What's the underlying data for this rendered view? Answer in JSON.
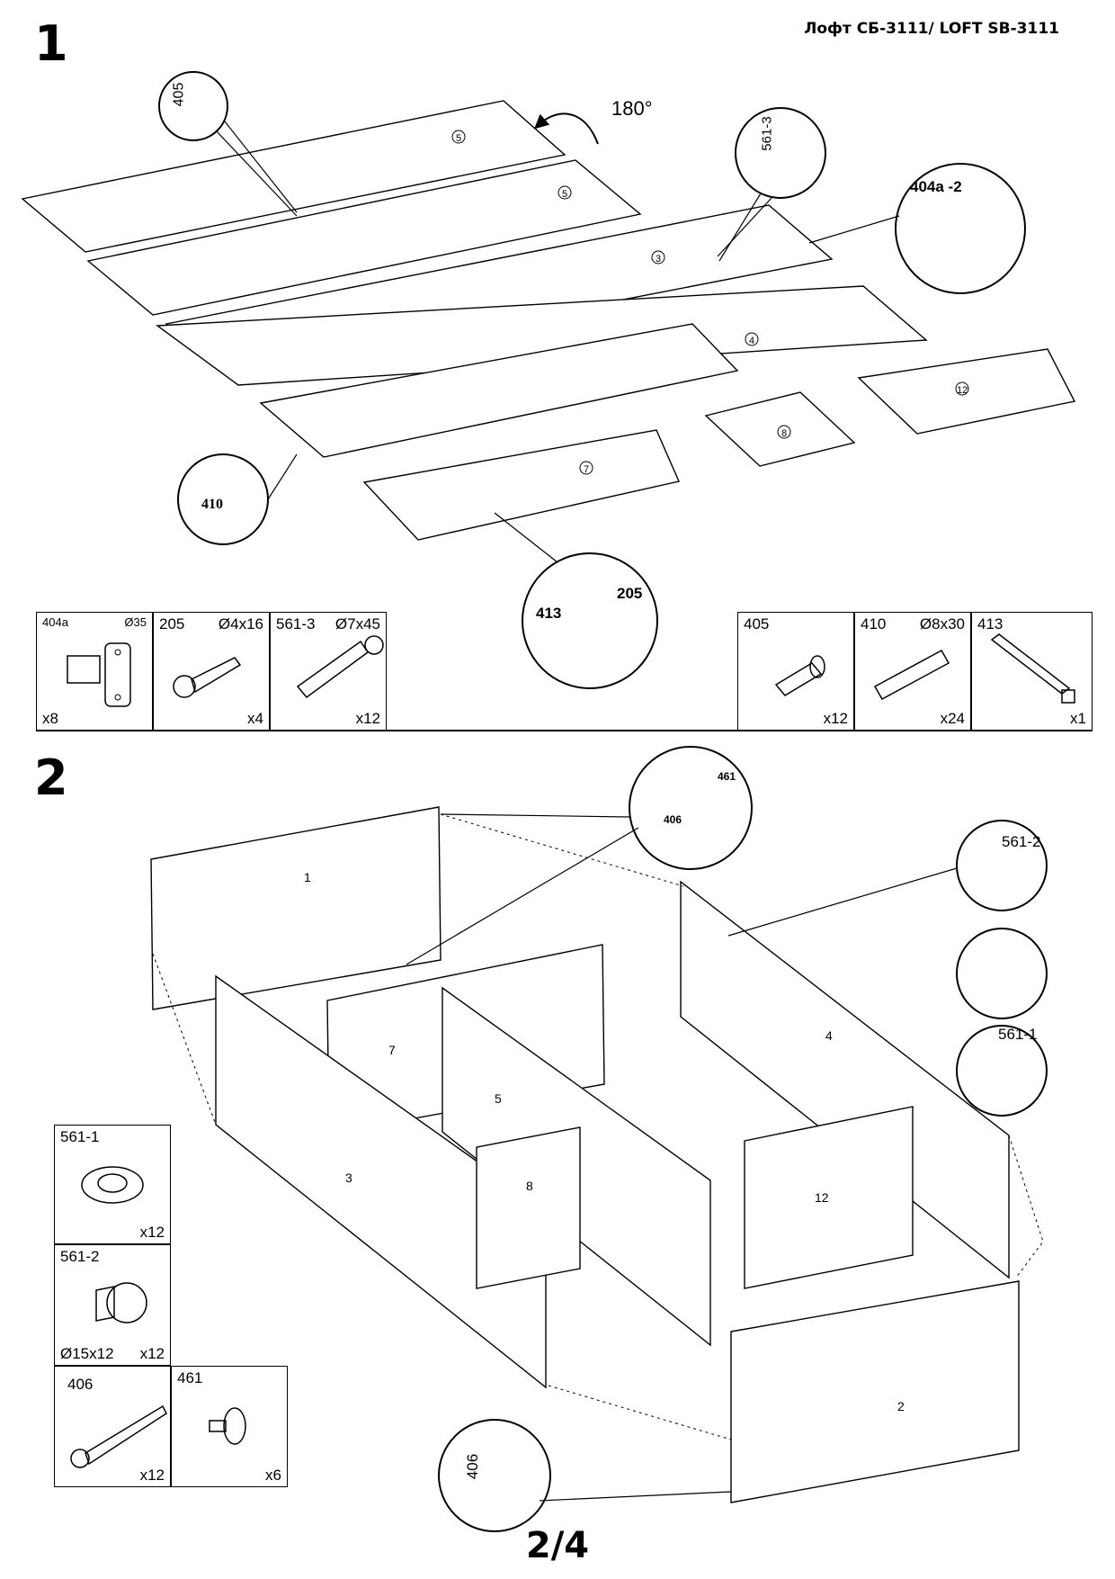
{
  "header": {
    "title": "Лофт СБ-3111/ LOFT SB-3111"
  },
  "steps": [
    {
      "number": "1"
    },
    {
      "number": "2"
    }
  ],
  "step1": {
    "rotation": "180°",
    "panels": [
      "5",
      "5",
      "3",
      "4",
      "12",
      "8",
      "7"
    ],
    "callouts": {
      "dowel": "405",
      "screw": "561-3",
      "hinge": "404a -2",
      "dowel2": "410",
      "slide": "413",
      "screw2": "205"
    },
    "parts_left": [
      {
        "code": "404a",
        "dim": "Ø35",
        "qty": "x8",
        "icon": "hinge-icon"
      },
      {
        "code": "205",
        "dim": "Ø4x16",
        "qty": "x4",
        "icon": "screw-icon"
      },
      {
        "code": "561-3",
        "dim": "Ø7x45",
        "qty": "x12",
        "icon": "confirmat-icon"
      }
    ],
    "parts_right": [
      {
        "code": "405",
        "dim": "",
        "qty": "x12",
        "icon": "peg-icon"
      },
      {
        "code": "410",
        "dim": "Ø8x30",
        "qty": "x24",
        "icon": "dowel-icon"
      },
      {
        "code": "413",
        "dim": "",
        "qty": "x1",
        "icon": "slide-icon"
      }
    ]
  },
  "step2": {
    "panels": [
      "1",
      "7",
      "5",
      "4",
      "3",
      "8",
      "12",
      "2"
    ],
    "callouts": {
      "screw": "406",
      "cap": "461",
      "cam": "561-2",
      "pin": "561-1",
      "screw_bottom": "406"
    },
    "parts": [
      {
        "code": "561-1",
        "diam": "",
        "qty": "x12",
        "icon": "cam-lock-icon"
      },
      {
        "code": "561-2",
        "diam": "Ø15x12",
        "qty": "x12",
        "icon": "cam-housing-icon"
      },
      {
        "code": "406",
        "diam": "",
        "qty": "x12",
        "icon": "wood-screw-icon"
      },
      {
        "code": "461",
        "diam": "",
        "qty": "x6",
        "icon": "cap-icon"
      }
    ]
  },
  "footer": {
    "page": "2/4"
  }
}
